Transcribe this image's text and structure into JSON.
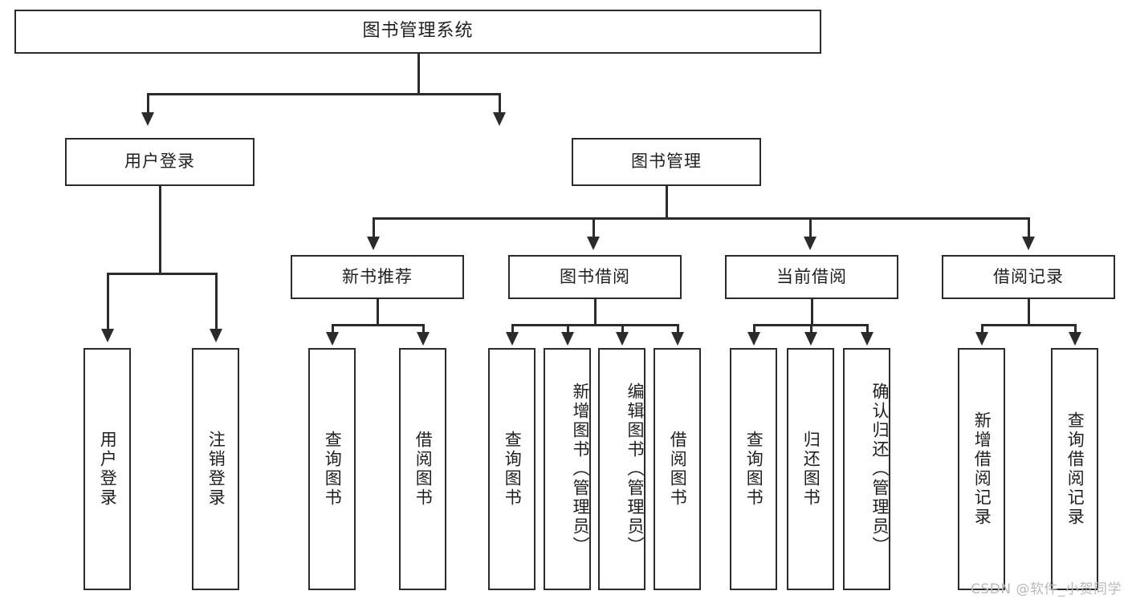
{
  "diagram": {
    "title": "图书管理系统",
    "type": "tree",
    "watermark": "CSDN @软件_小贺同学",
    "colors": {
      "stroke": "#2b2b2b",
      "fill": "#ffffff",
      "text": "#1f1f1f",
      "watermark": "#b9b9b9"
    },
    "levels": {
      "root": [
        "图书管理系统"
      ],
      "level2": [
        "用户登录",
        "图书管理"
      ],
      "level3": [
        "新书推荐",
        "图书借阅",
        "当前借阅",
        "借阅记录"
      ]
    },
    "nodes": {
      "root": {
        "label": "图书管理系统"
      },
      "user_login": {
        "label": "用户登录"
      },
      "book_manage": {
        "label": "图书管理"
      },
      "new_book_rec": {
        "label": "新书推荐"
      },
      "book_borrow": {
        "label": "图书借阅"
      },
      "current_borrow": {
        "label": "当前借阅"
      },
      "borrow_record": {
        "label": "借阅记录"
      }
    },
    "leaves": {
      "user_login": [
        {
          "label": "用户登录"
        },
        {
          "label": "注销登录"
        }
      ],
      "new_book_rec": [
        {
          "label": "查询图书"
        },
        {
          "label": "借阅图书"
        }
      ],
      "book_borrow": [
        {
          "label": "查询图书"
        },
        {
          "label": "新增图书（管理员）"
        },
        {
          "label": "编辑图书（管理员）"
        },
        {
          "label": "借阅图书"
        }
      ],
      "current_borrow": [
        {
          "label": "查询图书"
        },
        {
          "label": "归还图书"
        },
        {
          "label": "确认归还（管理员）"
        }
      ],
      "borrow_record": [
        {
          "label": "新增借阅记录"
        },
        {
          "label": "查询借阅记录"
        }
      ]
    }
  }
}
